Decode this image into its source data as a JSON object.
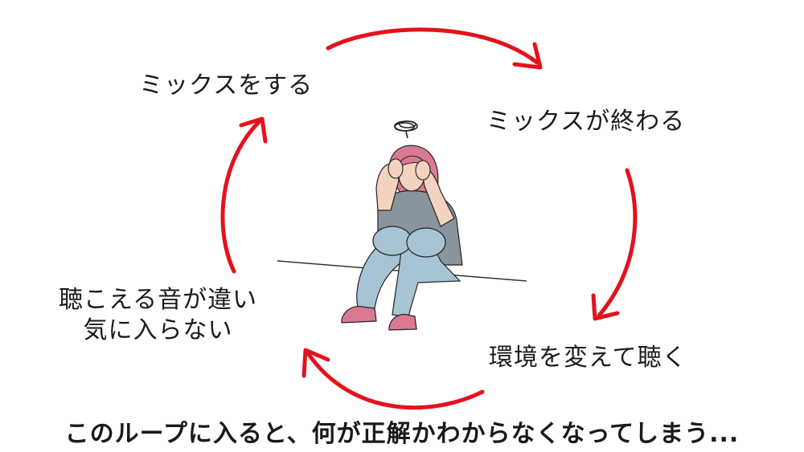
{
  "steps": {
    "top_left": "ミックスをする",
    "top_right": "ミックスが終わる",
    "bottom_right": "環境を変えて聴く",
    "left_line1": "聴こえる音が違い",
    "left_line2": "気に入らない"
  },
  "caption": "このループに入ると、何が正解かわからなくなってしまう...",
  "colors": {
    "arrow": "#e3121b",
    "text": "#1a1a1a",
    "hair": "#d97a92",
    "shirt": "#8a949c",
    "pants": "#a6c4d4",
    "skin": "#f3d3c0",
    "shoes": "#d97a92"
  },
  "illustration": "stressed-person-sitting-holding-head",
  "arrow_icons": [
    "arrow-curved-right",
    "arrow-curved-down",
    "arrow-curved-left",
    "arrow-curved-up"
  ]
}
